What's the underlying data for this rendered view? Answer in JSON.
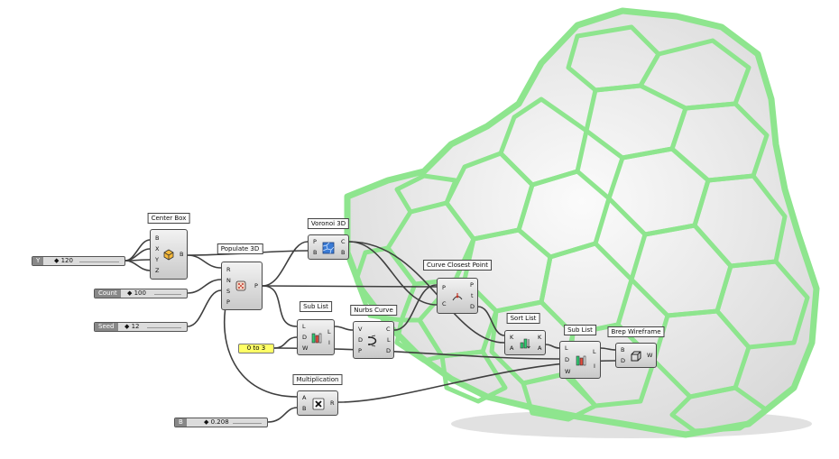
{
  "colors": {
    "mesh": "#8ee58e",
    "mesh_edge": "#6fcd6f",
    "cell": "#f1f1f1",
    "wire": "#3f3f3f",
    "panel": "#ffff66"
  },
  "components": {
    "center_box": {
      "title": "Center Box",
      "inputs": [
        "B",
        "X",
        "Y",
        "Z"
      ],
      "outputs": [
        "B"
      ],
      "icon": "box-icon"
    },
    "populate_3d": {
      "title": "Populate 3D",
      "inputs": [
        "R",
        "N",
        "S",
        "P"
      ],
      "outputs": [
        "P"
      ],
      "icon": "dice-icon"
    },
    "voronoi_3d": {
      "title": "Voronoi 3D",
      "inputs": [
        "P",
        "B"
      ],
      "outputs": [
        "C",
        "B"
      ],
      "icon": "voronoi-icon"
    },
    "curve_closest_point": {
      "title": "Curve Closest Point",
      "inputs": [
        "P",
        "C"
      ],
      "outputs": [
        "P",
        "t",
        "D"
      ],
      "icon": "closest-point-icon"
    },
    "sub_list_1": {
      "title": "Sub List",
      "inputs": [
        "L",
        "D",
        "W"
      ],
      "outputs": [
        "L",
        "I"
      ],
      "icon": "sublist-icon"
    },
    "nurbs_curve": {
      "title": "Nurbs Curve",
      "inputs": [
        "V",
        "D",
        "P"
      ],
      "outputs": [
        "C",
        "L",
        "D"
      ],
      "icon": "nurbs-icon"
    },
    "sort_list": {
      "title": "Sort List",
      "inputs": [
        "K",
        "A"
      ],
      "outputs": [
        "K",
        "A"
      ],
      "icon": "sort-icon"
    },
    "sub_list_2": {
      "title": "Sub List",
      "inputs": [
        "L",
        "D",
        "W"
      ],
      "outputs": [
        "L",
        "I"
      ],
      "icon": "sublist-icon"
    },
    "brep_wireframe": {
      "title": "Brep Wireframe",
      "inputs": [
        "B",
        "D"
      ],
      "outputs": [
        "W"
      ],
      "icon": "wireframe-icon"
    },
    "multiplication": {
      "title": "Multiplication",
      "inputs": [
        "A",
        "B"
      ],
      "outputs": [
        "R"
      ],
      "icon": "multiply-icon"
    }
  },
  "sliders": {
    "y": {
      "label": "Y",
      "value": "◆ 120"
    },
    "count": {
      "label": "Count",
      "value": "◆ 100"
    },
    "seed": {
      "label": "Seed",
      "value": "◆ 12"
    },
    "b": {
      "label": "B",
      "value": "◆ 0.208"
    }
  },
  "panel": {
    "text": "0 to 3"
  }
}
